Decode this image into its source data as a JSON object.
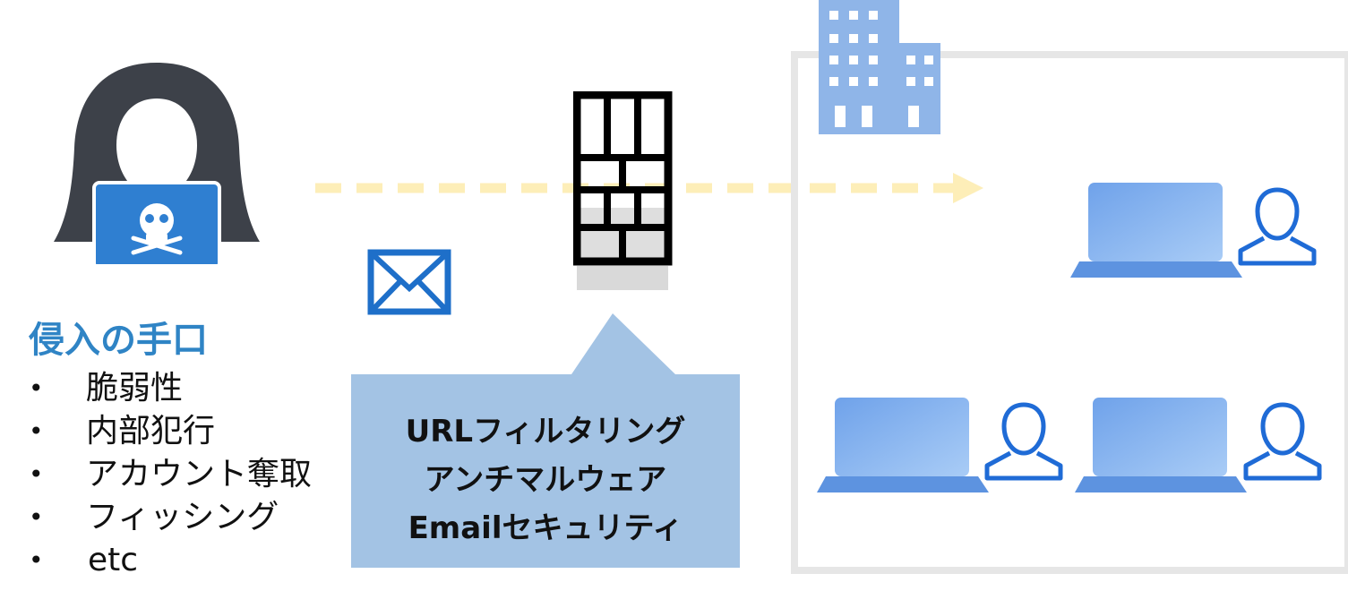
{
  "attack_methods": {
    "title": "侵入の手口",
    "items": [
      "脆弱性",
      "内部犯行",
      "アカウント奪取",
      "フィッシング",
      "etc"
    ]
  },
  "defenses": {
    "lines": [
      "URLフィルタリング",
      "アンチマルウェア",
      "Emailセキュリティ"
    ]
  },
  "icons": {
    "attacker": "hooded-hacker-laptop-icon",
    "mail": "envelope-icon",
    "firewall": "firewall-brick-icon",
    "building": "office-building-icon",
    "device": "laptop-icon",
    "user": "user-icon"
  },
  "colors": {
    "title_blue": "#2f84c5",
    "callout_bg": "#a3c3e4",
    "arrow": "#fdeeb8",
    "building": "#8fb5e8",
    "mail": "#1e6fc9",
    "boundary": "#e6e6e6",
    "hacker_dark": "#3d4149",
    "hacker_screen": "#2f7fd1",
    "user_stroke": "#1f6bd6"
  }
}
